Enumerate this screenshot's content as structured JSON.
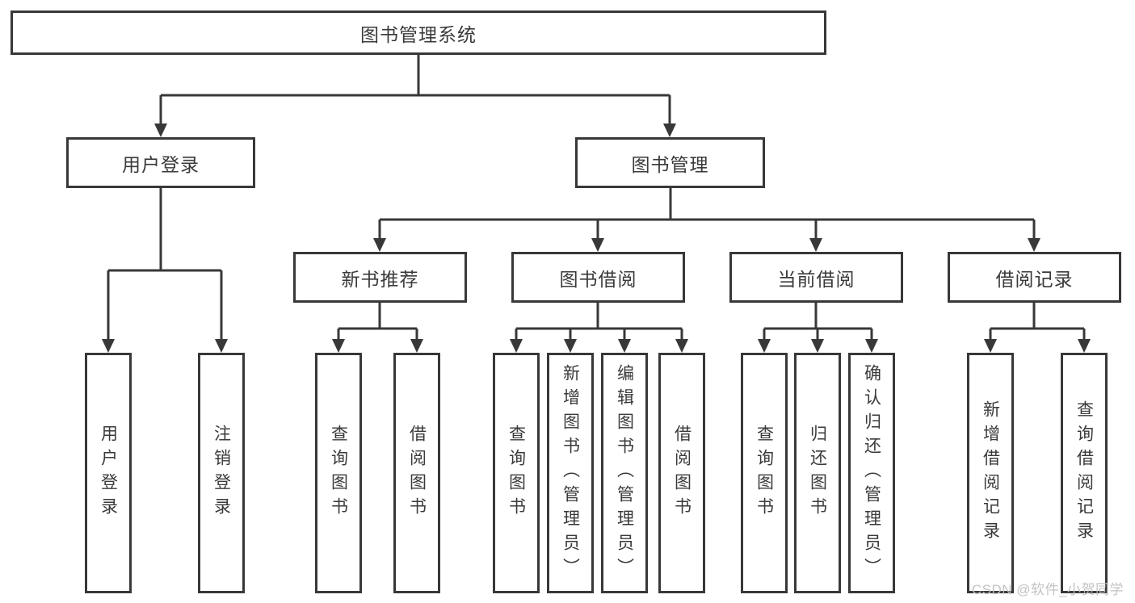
{
  "tree": {
    "label": "图书管理系统",
    "children": [
      {
        "label": "用户登录",
        "children": [
          {
            "label": "用户登录"
          },
          {
            "label": "注销登录"
          }
        ]
      },
      {
        "label": "图书管理",
        "children": [
          {
            "label": "新书推荐",
            "children": [
              {
                "label": "查询图书"
              },
              {
                "label": "借阅图书"
              }
            ]
          },
          {
            "label": "图书借阅",
            "children": [
              {
                "label": "查询图书"
              },
              {
                "label": "新增图书（管理员）"
              },
              {
                "label": "编辑图书（管理员）"
              },
              {
                "label": "借阅图书"
              }
            ]
          },
          {
            "label": "当前借阅",
            "children": [
              {
                "label": "查询图书"
              },
              {
                "label": "归还图书"
              },
              {
                "label": "确认归还（管理员）"
              }
            ]
          },
          {
            "label": "借阅记录",
            "children": [
              {
                "label": "新增借阅记录"
              },
              {
                "label": "查询借阅记录"
              }
            ]
          }
        ]
      }
    ]
  },
  "watermark": {
    "text": "CSDN @软件_小贺同学"
  },
  "colors": {
    "background": "#ffffff",
    "line": "#383838",
    "node_border": "#383838",
    "node_text": "#3a3a3a",
    "watermark_text": "#c0c0c0"
  }
}
